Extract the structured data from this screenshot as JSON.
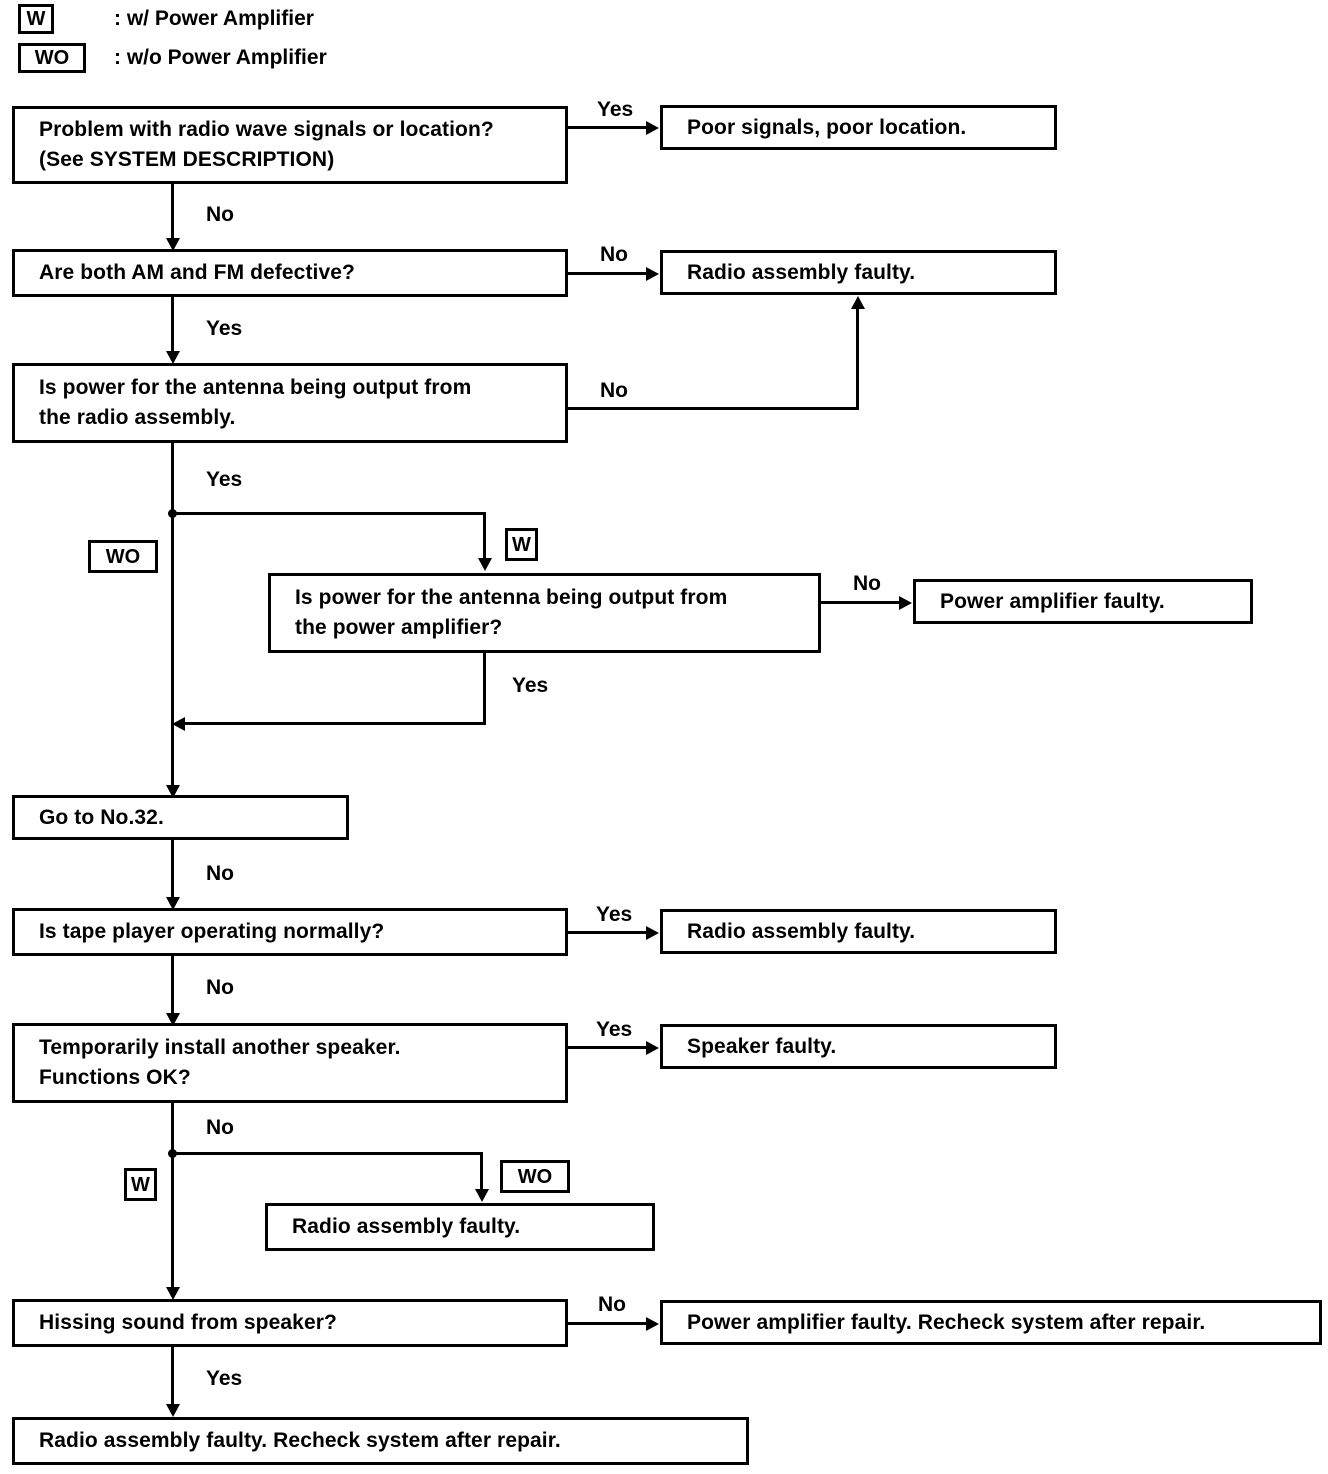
{
  "legend": [
    {
      "badge": "W",
      "text": ": w/ Power Amplifier"
    },
    {
      "badge": "WO",
      "text": ": w/o Power Amplifier"
    }
  ],
  "nodes": {
    "q_radio_wave": {
      "line1": "Problem with radio wave signals or location?",
      "line2": "(See SYSTEM DESCRIPTION)"
    },
    "r_poor_signals": {
      "line1": "Poor signals, poor location."
    },
    "q_am_fm": {
      "line1": "Are both AM and FM defective?"
    },
    "r_radio_faulty_1": {
      "line1": "Radio assembly faulty."
    },
    "q_antenna_radio": {
      "line1": "Is power for the antenna being output from",
      "line2": "the radio assembly."
    },
    "q_antenna_amp": {
      "line1": "Is power for the antenna being output from",
      "line2": "the power amplifier?"
    },
    "r_power_amp_faulty": {
      "line1": "Power amplifier faulty."
    },
    "r_goto_32": {
      "line1": "Go to No.32."
    },
    "q_tape_player": {
      "line1": "Is tape player operating normally?"
    },
    "r_radio_faulty_2": {
      "line1": "Radio assembly faulty."
    },
    "q_speaker_swap": {
      "line1": "Temporarily install another speaker.",
      "line2": "Functions OK?"
    },
    "r_speaker_faulty": {
      "line1": "Speaker faulty."
    },
    "r_radio_faulty_3": {
      "line1": "Radio assembly faulty."
    },
    "q_hissing": {
      "line1": "Hissing sound from speaker?"
    },
    "r_power_amp_recheck": {
      "line1": "Power amplifier faulty. Recheck system after repair."
    },
    "r_radio_recheck": {
      "line1": "Radio assembly faulty. Recheck system after repair."
    }
  },
  "edges": {
    "yes_radio_wave": "Yes",
    "no_radio_wave": "No",
    "no_am_fm": "No",
    "yes_am_fm": "Yes",
    "no_antenna_radio": "No",
    "yes_antenna_radio": "Yes",
    "no_antenna_amp": "No",
    "yes_antenna_amp": "Yes",
    "no_goto32": "No",
    "yes_tape": "Yes",
    "no_tape": "No",
    "yes_speaker": "Yes",
    "no_speaker": "No",
    "no_hissing": "No",
    "yes_hissing": "Yes"
  },
  "branch_badges": {
    "wo_upper": "WO",
    "w_upper": "W",
    "w_lower": "W",
    "wo_lower": "WO"
  }
}
